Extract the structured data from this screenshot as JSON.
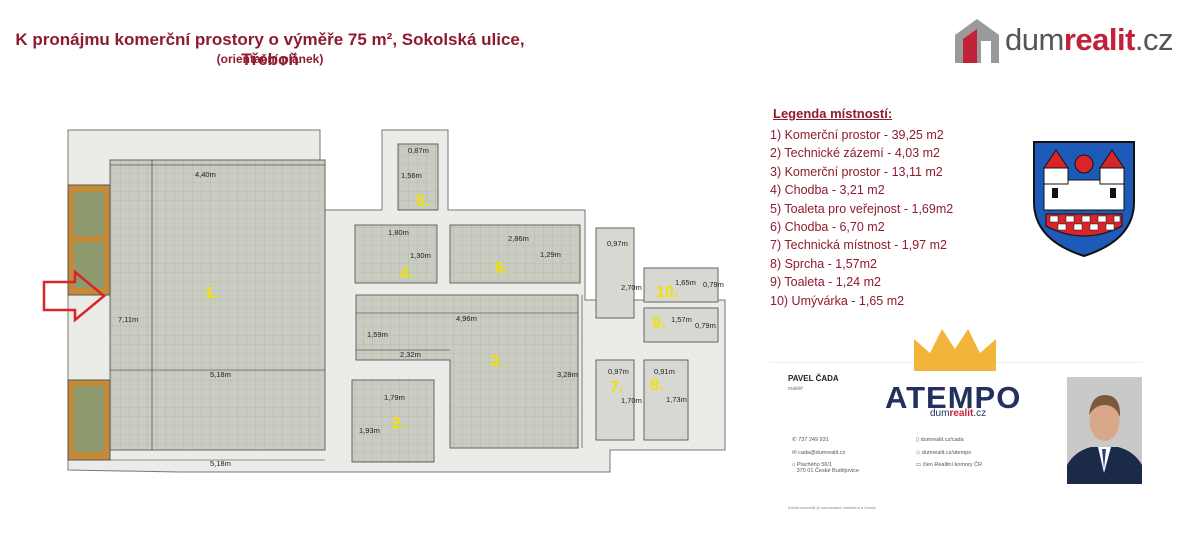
{
  "header": {
    "title": "K pronájmu komerční prostory o výměře 75 m², Sokolská ulice, Třeboň",
    "subtitle": "(orientační plánek)"
  },
  "brand": {
    "logo_prefix": "dum",
    "logo_highlight": "realit",
    "logo_suffix": ".cz",
    "color": "#c2213a"
  },
  "legend": {
    "title": "Legenda místností:",
    "items": [
      "1) Komerční prostor - 39,25 m2",
      "2) Technické zázemí - 4,03 m2",
      "3) Komerční prostor - 13,11 m2",
      "4) Chodba - 3,21 m2",
      "5) Toaleta pro veřejnost - 1,69m2",
      "6) Chodba - 6,70 m2",
      "7) Technická místnost - 1,97 m2",
      "8) Sprcha - 1,57m2",
      "9) Toaleta - 1,24 m2",
      "10) Umývárka - 1,65 m2"
    ]
  },
  "floorplan": {
    "room_numbers": [
      "1.",
      "2.",
      "3.",
      "4.",
      "5.",
      "6.",
      "7.",
      "8.",
      "9.",
      "10."
    ],
    "dimensions": [
      "4,40m",
      "7,11m",
      "5,18m",
      "5,18m",
      "0,87m",
      "1,56m",
      "1,80m",
      "1,30m",
      "2,86m",
      "1,29m",
      "4,96m",
      "1,59m",
      "2,32m",
      "3,28m",
      "1,79m",
      "1,93m",
      "0,97m",
      "2,70m",
      "1,65m",
      "0,79m",
      "1,57m",
      "0,79m",
      "0,97m",
      "0,91m",
      "1,70m",
      "1,73m"
    ]
  },
  "agent": {
    "name": "PAVEL ČADA",
    "role": "makléř",
    "phone": "737 249 931",
    "email": "cada@dumrealit.cz",
    "address_line1": "Plachého 56/1",
    "address_line2": "370 01 České Budějovice",
    "web1": "dumrealit.cz/cada",
    "web2": "dumrealit.cz/atempo",
    "membership": "člen Realitní komory ČR",
    "company": "ATEMPO",
    "company_sub_prefix": "dum",
    "company_sub_highlight": "realit",
    "company_sub_suffix": ".cz",
    "footnote": "Každá kancelář je samostatně vlastněna a řízena."
  },
  "colors": {
    "title": "#8e1b2e",
    "atempo": "#24315e",
    "crown": "#f2b53b",
    "room_number": "#f2e200"
  }
}
